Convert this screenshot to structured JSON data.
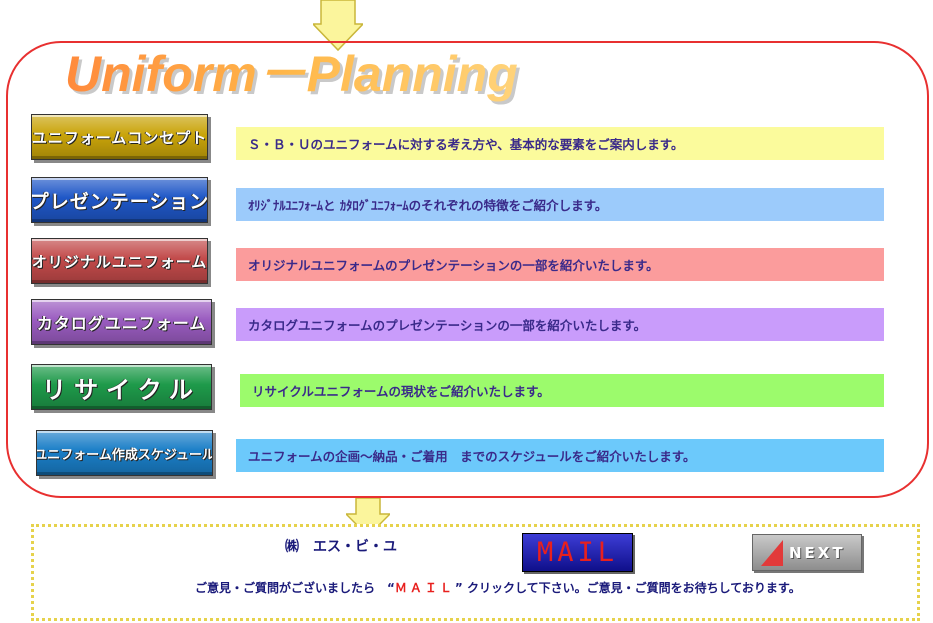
{
  "logo_text": "Uniform－Planning",
  "menu": [
    {
      "button": "ユニフォームコンセプト",
      "desc": "Ｓ・Ｂ・Ｕのユニフォームに対する考え方や、基本的な要素をご案内します。",
      "btn_color": "#c9a40a",
      "desc_color": "#fbfb9c"
    },
    {
      "button": "プレゼンテーション",
      "desc": "ｵﾘｼﾞﾅﾙﾕﾆﾌｫｰﾑと ｶﾀﾛｸﾞﾕﾆﾌｫｰﾑのそれぞれの特徴をご紹介します。",
      "btn_color": "#1f57c7",
      "desc_color": "#9ccbfb"
    },
    {
      "button": "オリジナルユニフォーム",
      "desc": "オリジナルユニフォームのプレゼンテーションの一部を紹介いたします。",
      "btn_color": "#c24a4a",
      "desc_color": "#fb9c9c"
    },
    {
      "button": "カタログユニフォーム",
      "desc": "カタログユニフォームのプレゼンテーションの一部を紹介いたします。",
      "btn_color": "#9a5cc0",
      "desc_color": "#c99cfb"
    },
    {
      "button": "リサイクル",
      "desc": "リサイクルユニフォームの現状をご紹介いたします。",
      "btn_color": "#1e9a4a",
      "desc_color": "#9cfb6c"
    },
    {
      "button": "ユニフォーム作成スケジュール",
      "desc": "ユニフォームの企画～納品・ご着用　までのスケジュールをご紹介いたします。",
      "btn_color": "#1a7ec7",
      "desc_color": "#6cc9fb"
    }
  ],
  "footer": {
    "company": "㈱　エス・ビ・ユ",
    "mail_label": "MAIL",
    "next_label": "NEXT",
    "notice_before": "ご意見・ご質問がございましたら　“",
    "notice_highlight": "ＭＡＩＬ",
    "notice_after": "” クリックして下さい。ご意見・ご質問をお待ちしております。"
  },
  "colors": {
    "frame": "#e83030",
    "arrow": "#fbf59c",
    "footer_border": "#e6d24c",
    "text": "#3a2a8a"
  }
}
